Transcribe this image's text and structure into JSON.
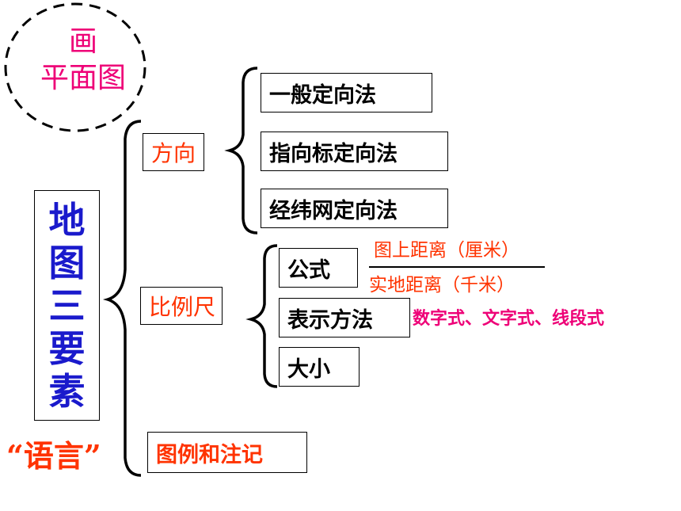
{
  "top_label": {
    "line1": "画",
    "line2": "平面图"
  },
  "main_title": "地图三要素",
  "language_label": "“语言”",
  "categories": [
    {
      "label": "方向"
    },
    {
      "label": "比例尺"
    }
  ],
  "legend_box": "图例和注记",
  "direction_methods": [
    "一般定向法",
    "指向标定向法",
    "经纬网定向法"
  ],
  "scale_items": [
    "公式",
    "表示方法",
    "大小"
  ],
  "formula": {
    "numerator": "图上距离（厘米）",
    "denominator": "实地距离（千米）"
  },
  "representation_methods": "数字式、文字式、线段式"
}
